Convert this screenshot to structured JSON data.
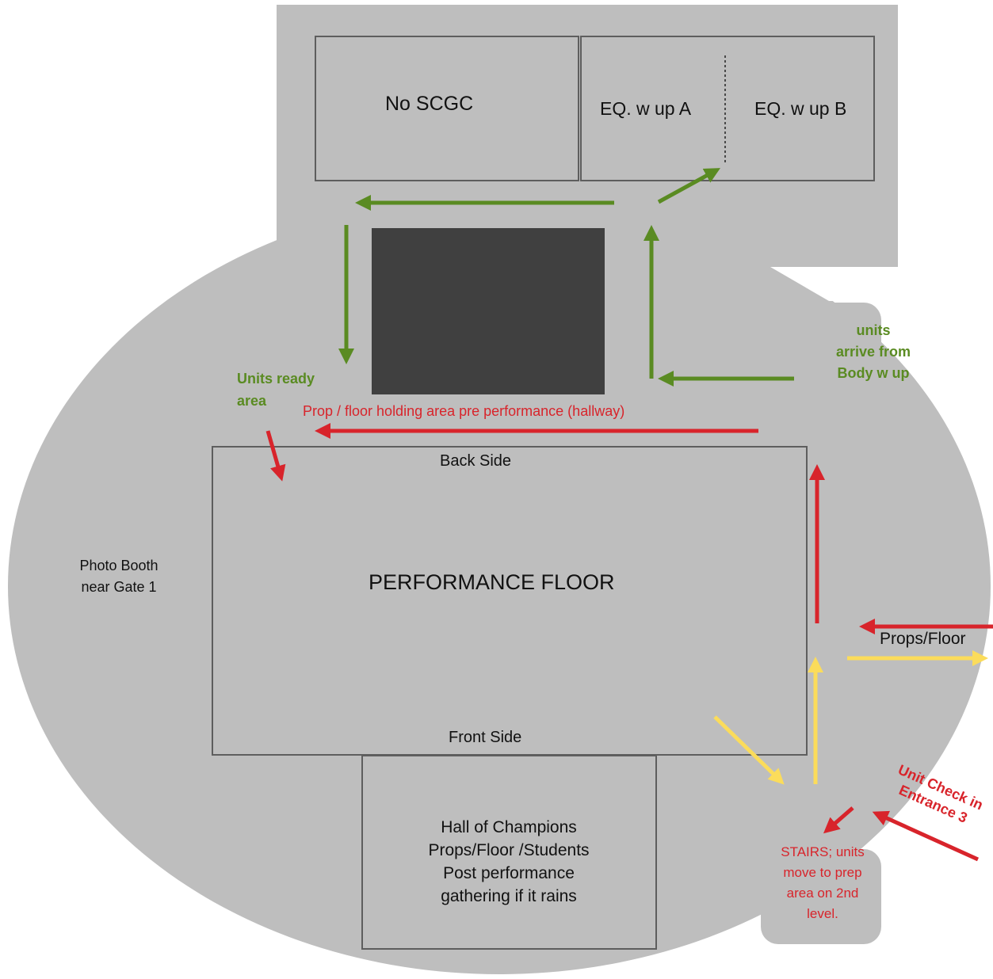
{
  "colors": {
    "background_gray": "#bebebe",
    "box_border": "#5e5e5e",
    "dark_block": "#404040",
    "green_arrow": "#5a8b22",
    "red_arrow": "#d8242b",
    "yellow_arrow": "#fbdc5b"
  },
  "rooms": {
    "no_scgc": "No SCGC",
    "eq_warmup_a": "EQ. w up A",
    "eq_warmup_b": "EQ. w up B",
    "performance_floor": "PERFORMANCE FLOOR",
    "back_side": "Back  Side",
    "front_side": "Front Side",
    "hall_of_champions": [
      "Hall of Champions",
      "Props/Floor /Students",
      "Post performance",
      "gathering if it rains"
    ]
  },
  "labels": {
    "units_arrive": [
      "units",
      "arrive from",
      "Body w up"
    ],
    "units_ready": [
      "Units ready",
      "area"
    ],
    "prop_holding": "Prop / floor holding area pre performance (hallway)",
    "photo_booth": [
      "Photo Booth",
      "near Gate 1"
    ],
    "props_floor": "Props/Floor",
    "unit_check_in": [
      "Unit Check in",
      "Entrance 3"
    ],
    "stairs": [
      "STAIRS; units",
      "move to prep",
      "area on 2nd",
      "level."
    ]
  }
}
